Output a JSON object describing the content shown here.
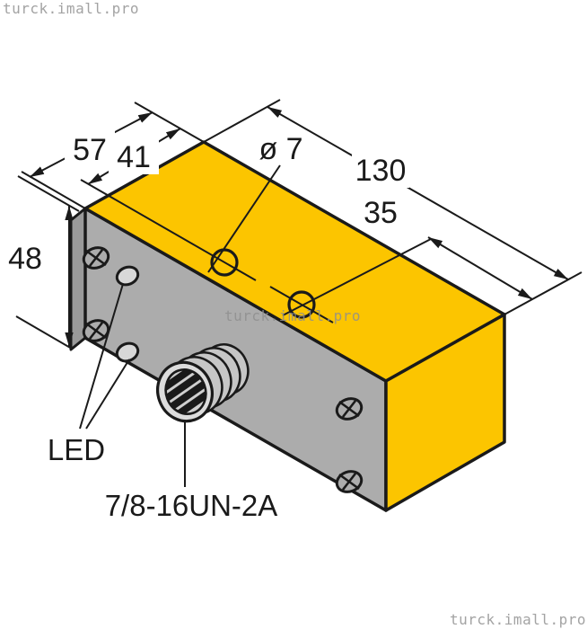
{
  "watermarks": {
    "top_left": "turck.imall.pro",
    "middle": "turck.imall.pro",
    "bottom_right": "turck.imall.pro"
  },
  "dimensions": {
    "width_total": "57",
    "hole_row_offset": "41",
    "hole_diameter": "ø 7",
    "length_total": "130",
    "hole_to_end": "35",
    "height": "48"
  },
  "labels": {
    "led": "LED",
    "connector_thread": "7/8-16UN-2A"
  },
  "colors": {
    "body_yellow": "#FCC500",
    "face_gray": "#ACACAC",
    "end_gray": "#9A9A9A",
    "led_gray": "#D8D8D8",
    "connector_flange_gray": "#DCDCDC",
    "connector_ring_gray": "#C6C6C6",
    "line_black": "#1A1A1A",
    "watermark_gray": "#A3A3A3"
  }
}
